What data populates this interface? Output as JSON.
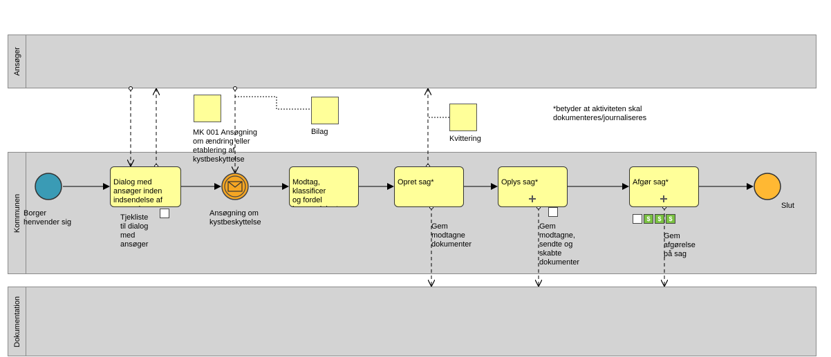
{
  "lanes": {
    "ansoger": "Ansøger",
    "kommunen": "Kommunen",
    "dokumentation": "Dokumentation"
  },
  "events": {
    "start_label": "Borger\nhenvender sig",
    "message_label": "Ansøgning om\nkystbeskyttelse",
    "end_label": "Slut"
  },
  "tasks": {
    "dialog": "Dialog med\nansøger inden\nindsendelse af\nansøgning",
    "modtag": "Modtag, klassificer\nog fordel\nhenvendelse*",
    "opret": "Opret sag*",
    "oplys": "Oplys sag*",
    "afgor": "Afgør sag*"
  },
  "data_objects": {
    "mk001": "MK 001 Ansøgning\nom ændring eller\netablering af\nkystbeskyttelse",
    "bilag": "Bilag",
    "kvittering": "Kvittering"
  },
  "annotations": {
    "tjekliste": "Tjekliste\ntil dialog\nmed\nansøger",
    "gem_modtagne": "Gem\nmodtagne\ndokumenter",
    "gem_modtagne_sendte": "Gem\nmodtagne,\nsendte og\nskabte\ndokumenter",
    "gem_afgorelse": "Gem\nafgørelse\npå sag",
    "note": "*betyder at aktiviteten skal\ndokumenteres/journaliseres"
  },
  "colors": {
    "lane_fill": "#d3d3d3",
    "task_fill": "#ffff99",
    "start_fill": "#3a9bb5",
    "end_fill": "#ffb833",
    "message_fill": "#f5a623"
  }
}
